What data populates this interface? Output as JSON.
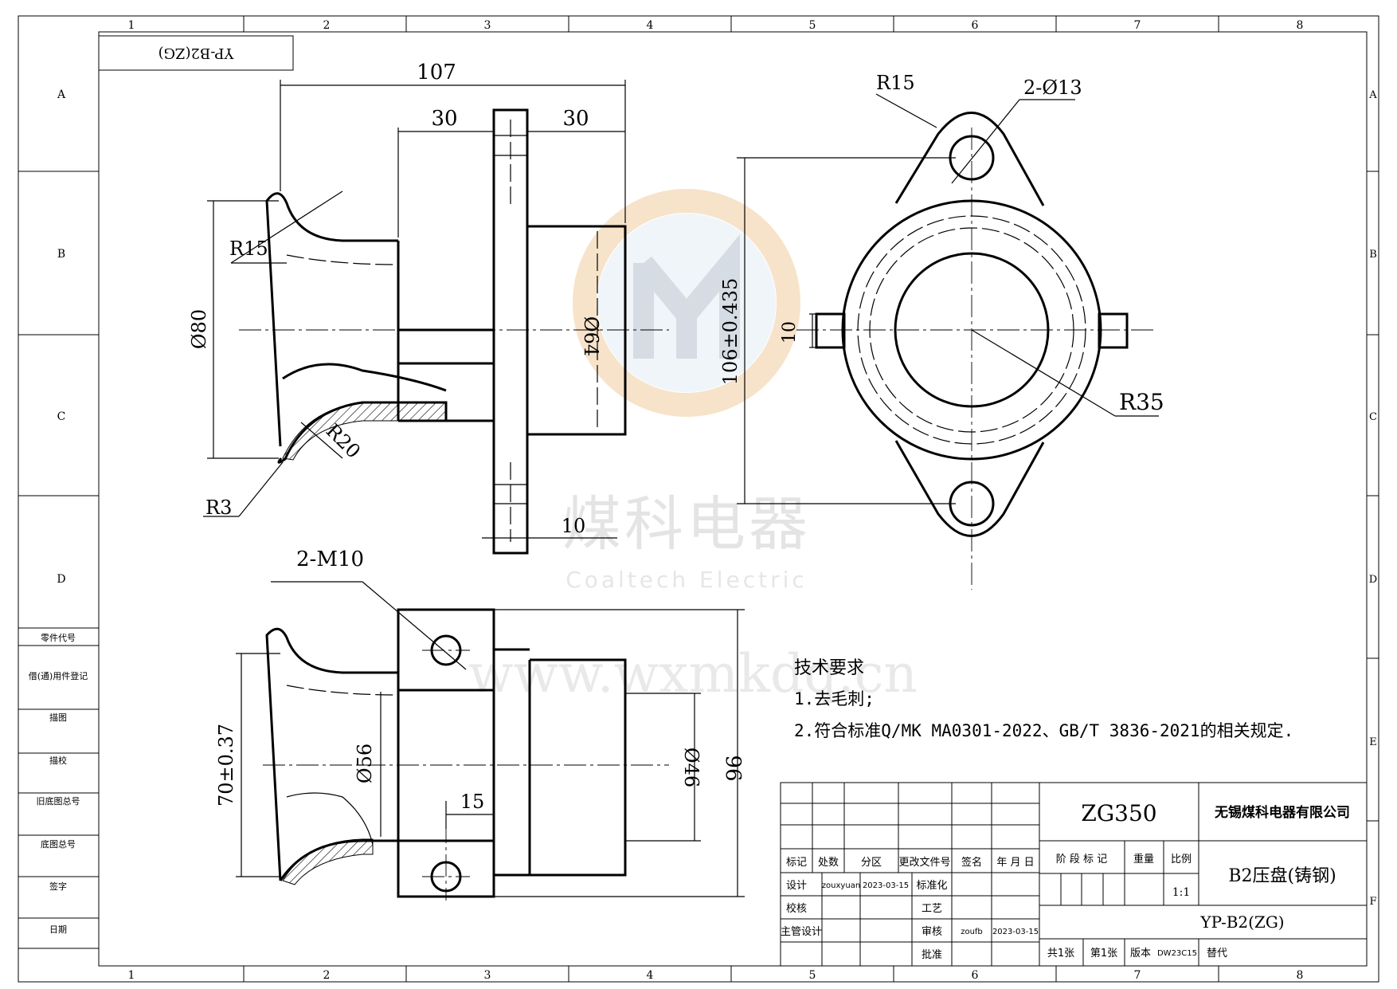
{
  "zone_columns": [
    "1",
    "2",
    "3",
    "4",
    "5",
    "6",
    "7",
    "8"
  ],
  "zone_rows_left": [
    "A",
    "B",
    "C",
    "D"
  ],
  "zone_rows_right": [
    "A",
    "B",
    "C",
    "D",
    "E",
    "F"
  ],
  "corner_code": "YP-B2(ZG)",
  "left_strip": [
    "零件代号",
    "借(通)用件登记",
    "描图",
    "描校",
    "旧底图总号",
    "底图总号",
    "签字",
    "日期"
  ],
  "dimensions": {
    "d107": "107",
    "d30a": "30",
    "d30b": "30",
    "r15_side": "R15",
    "dia80": "Ø80",
    "dia64": "Ø64",
    "r20": "R20",
    "r3": "R3",
    "d10_side": "10",
    "r15_top": "R15",
    "holes": "2-Ø13",
    "d106": "106±0.435",
    "d10_top": "10",
    "r35": "R35",
    "m10": "2-M10",
    "d70": "70±0.37",
    "dia56": "Ø56",
    "d15": "15",
    "dia46": "Ø46",
    "d96": "96"
  },
  "watermark": {
    "cn": "煤科电器",
    "en": "Coaltech Electric",
    "url": "www.wxmkdq.cn"
  },
  "notes": {
    "title": "技术要求",
    "items": [
      "1.去毛刺;",
      "2.符合标准Q/MK MA0301-2022、GB/T 3836-2021的相关规定."
    ]
  },
  "title_block": {
    "part_code": "ZG350",
    "company": "无锡煤科电器有限公司",
    "part_name": "B2压盘(铸钢)",
    "drawing_no": "YP-B2(ZG)",
    "hdr_mark": "标记",
    "hdr_count": "处数",
    "hdr_zone": "分区",
    "hdr_change": "更改文件号",
    "hdr_sign": "签名",
    "hdr_date": "年 月 日",
    "lbl_design": "设计",
    "designer": "zouxyuan",
    "design_date": "2023-03-15",
    "lbl_standard": "标准化",
    "lbl_check": "校核",
    "lbl_process": "工艺",
    "lbl_chief": "主管设计",
    "lbl_review": "审核",
    "reviewer": "zoufb",
    "review_date": "2023-03-15",
    "lbl_approve": "批准",
    "lbl_stage": "阶 段 标 记",
    "lbl_weight": "重量",
    "lbl_scale": "比例",
    "scale": "1:1",
    "sheets_total": "共1张",
    "sheet_no": "第1张",
    "lbl_version": "版本",
    "version": "DW23C15",
    "lbl_replace": "替代"
  }
}
